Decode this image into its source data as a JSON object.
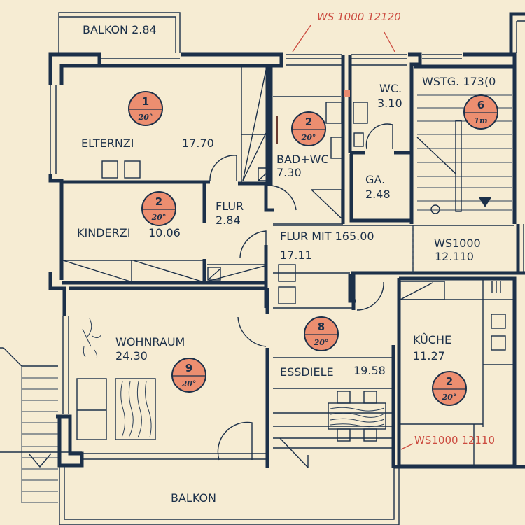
{
  "plan": {
    "title": "Floor plan",
    "colors": {
      "background": "#f6ecd3",
      "wall": "#1c3049",
      "badge": "#ec8e70",
      "annotation": "#cc4c40"
    },
    "rooms": [
      {
        "id": "balkon-top",
        "name": "BALKON",
        "area": "2.84"
      },
      {
        "id": "elternzi",
        "name": "ELTERNZI",
        "area": "17.70"
      },
      {
        "id": "kinderzi",
        "name": "KINDERZI",
        "area": "10.06"
      },
      {
        "id": "flur",
        "name": "FLUR",
        "area": "2.84"
      },
      {
        "id": "bad-wc",
        "name": "BAD+WC",
        "area": "7.30"
      },
      {
        "id": "wc",
        "name": "WC.",
        "area": "3.10"
      },
      {
        "id": "ga",
        "name": "GA.",
        "area": "2.48"
      },
      {
        "id": "wstg",
        "name": "WSTG. 173(0",
        "area": ""
      },
      {
        "id": "flur-mit",
        "name": "FLUR MIT 165.00",
        "area": "17.11"
      },
      {
        "id": "ws1000",
        "name": "WS1000",
        "area": "12.110"
      },
      {
        "id": "wohnraum",
        "name": "WOHNRAUM",
        "area": "24.30"
      },
      {
        "id": "essdiele",
        "name": "ESSDIELE",
        "area": "19.58"
      },
      {
        "id": "kuche",
        "name": "KÛCHE",
        "area": "11.27"
      },
      {
        "id": "balkon-bottom",
        "name": "BALKON",
        "area": ""
      }
    ],
    "badges": [
      {
        "room": "elternzi",
        "number": "1",
        "sub": "20°"
      },
      {
        "room": "kinderzi",
        "number": "2",
        "sub": "20°"
      },
      {
        "room": "bad-wc",
        "number": "2",
        "sub": "20°"
      },
      {
        "room": "wstg",
        "number": "6",
        "sub": "1m"
      },
      {
        "room": "essdiele",
        "number": "8",
        "sub": "20°"
      },
      {
        "room": "wohnraum",
        "number": "9",
        "sub": "20°"
      },
      {
        "room": "kuche",
        "number": "2",
        "sub": "20°"
      }
    ],
    "annotations": [
      {
        "id": "note-top",
        "text": "WS 1000 12120"
      },
      {
        "id": "note-kitchen",
        "text": "WS1000 12110"
      }
    ]
  }
}
